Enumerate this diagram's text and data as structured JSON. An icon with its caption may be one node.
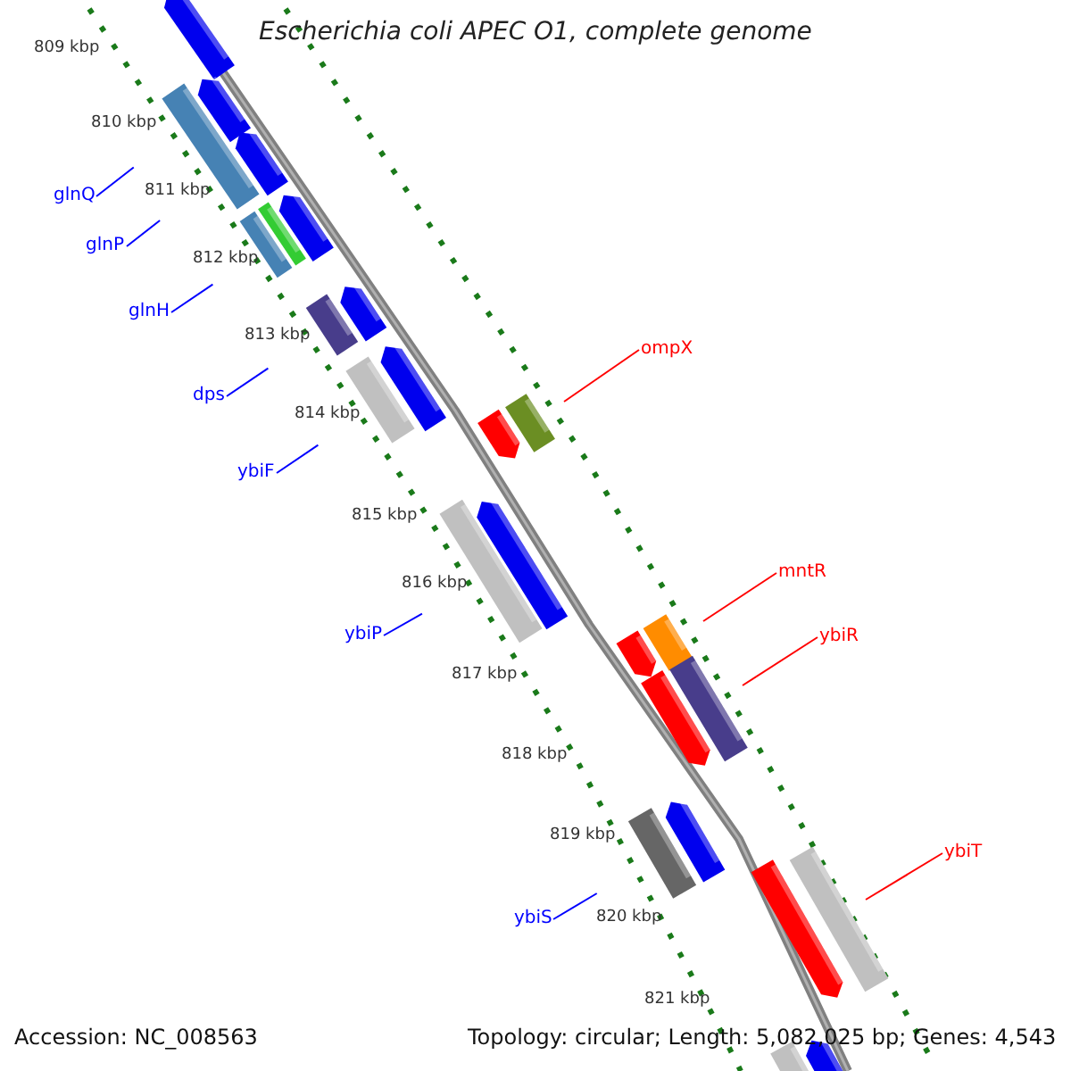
{
  "diagram": {
    "title": "Escherichia coli APEC O1, complete genome",
    "nodes": [
      {
        "text": [
          "glnQ"
        ]
      },
      {
        "text": [
          "glnP"
        ]
      },
      {
        "text": [
          "glnH"
        ]
      },
      {
        "text": [
          "dps"
        ]
      },
      {
        "text": [
          "ybiF"
        ]
      },
      {
        "text": [
          "ybiP"
        ]
      },
      {
        "text": [
          "ybiS"
        ]
      },
      {
        "text": [
          "ompX"
        ]
      },
      {
        "text": [
          "mntR"
        ]
      },
      {
        "text": [
          "ybiR"
        ]
      },
      {
        "text": [
          "ybiT"
        ]
      }
    ],
    "edges": [
      {
        "from": 0,
        "to": null,
        "arrow": "none",
        "color": "#0000ff"
      },
      {
        "from": 1,
        "to": null,
        "arrow": "none",
        "color": "#0000ff"
      },
      {
        "from": 2,
        "to": null,
        "arrow": "none",
        "color": "#0000ff"
      },
      {
        "from": 3,
        "to": null,
        "arrow": "none",
        "color": "#0000ff"
      },
      {
        "from": 4,
        "to": null,
        "arrow": "none",
        "color": "#0000ff"
      },
      {
        "from": 5,
        "to": null,
        "arrow": "none",
        "color": "#0000ff"
      },
      {
        "from": 6,
        "to": null,
        "arrow": "none",
        "color": "#0000ff"
      },
      {
        "from": 7,
        "to": null,
        "arrow": "none",
        "color": "#ff0000"
      },
      {
        "from": 8,
        "to": null,
        "arrow": "none",
        "color": "#ff0000"
      },
      {
        "from": 9,
        "to": null,
        "arrow": "none",
        "color": "#ff0000"
      },
      {
        "from": 10,
        "to": null,
        "arrow": "none",
        "color": "#ff0000"
      }
    ],
    "labels": [
      "809 kbp",
      "810 kbp",
      "811 kbp",
      "812 kbp",
      "813 kbp",
      "814 kbp",
      "815 kbp",
      "816 kbp",
      "817 kbp",
      "818 kbp",
      "819 kbp",
      "820 kbp",
      "821 kbp",
      "Accession: NC_008563",
      "Topology: circular; Length: 5,082,025 bp; Genes: 4,543"
    ]
  }
}
